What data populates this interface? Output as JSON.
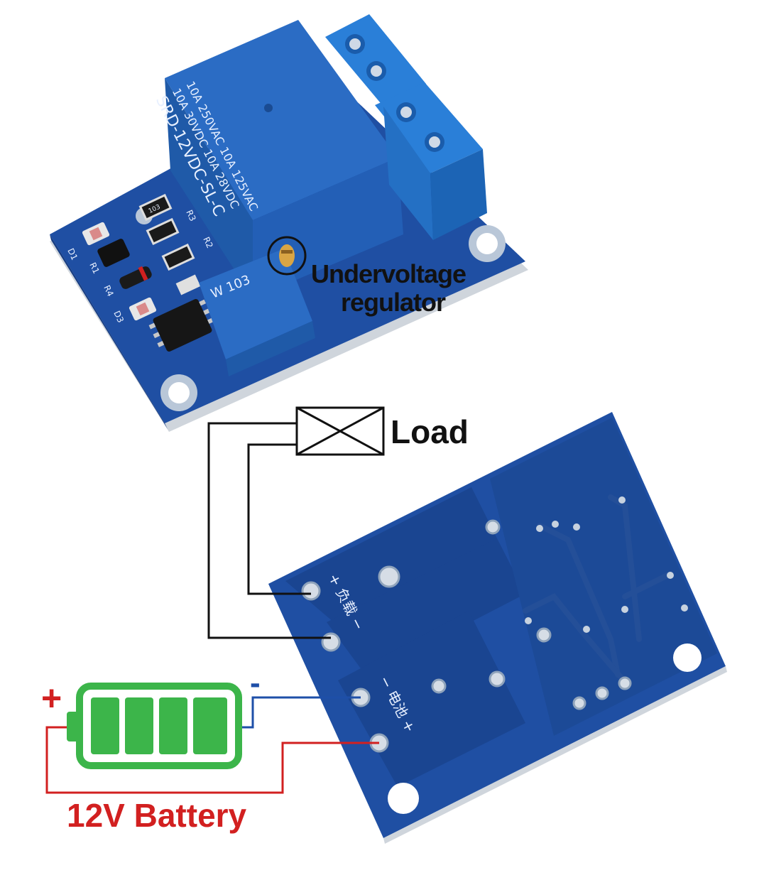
{
  "relay": {
    "line1": "10A 250VAC  10A 125VAC",
    "line2": "10A 30VDC  10A 28VDC",
    "line3": "SRD-12VDC-SL-C"
  },
  "pot_text": "W 103",
  "pcb_labels": {
    "d1": "D1",
    "d3": "D3",
    "r1": "R1",
    "r2": "R2",
    "r3": "R3",
    "r4": "R4"
  },
  "resistor_code": "103",
  "undervoltage_line1": "Undervoltage",
  "undervoltage_line2": "regulator",
  "load_label": "Load",
  "back_labels": {
    "load_terminal": "+ 负载 −",
    "battery_terminal": "− 电池 +"
  },
  "battery": {
    "plus": "+",
    "minus": "-",
    "label": "12V Battery",
    "cells": 4
  },
  "colors": {
    "pcb": "#1f4fa3",
    "pcb_dark": "#173d83",
    "relay": "#2b6cc4",
    "terminal": "#2a7fd8",
    "battery_green": "#3cb54a",
    "positive_red": "#d22020",
    "negative_blue": "#1e4fa8",
    "wire_black": "#111111"
  }
}
